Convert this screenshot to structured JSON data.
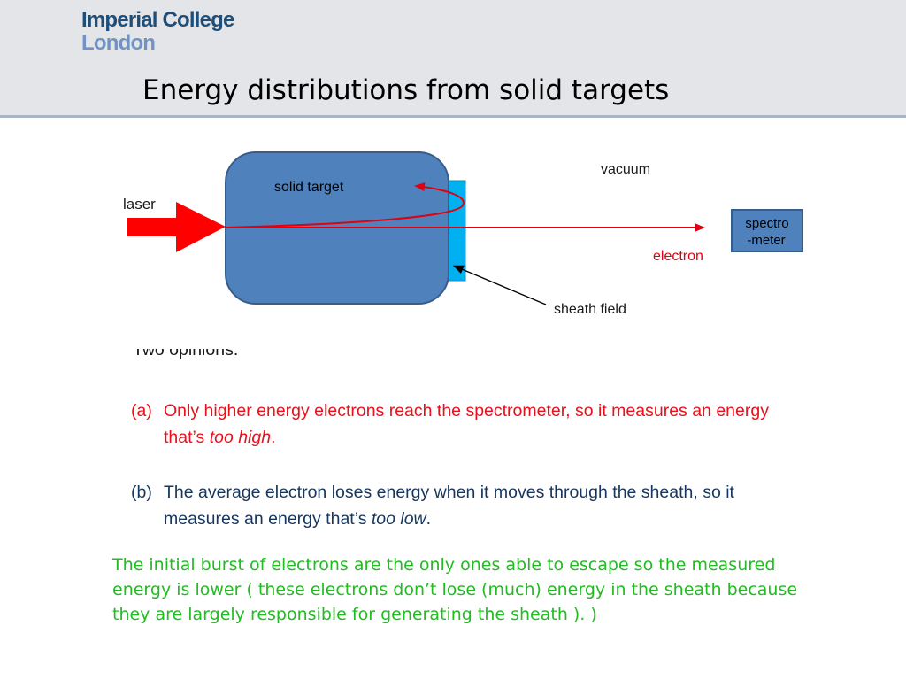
{
  "header": {
    "logo_line1": "Imperial College",
    "logo_line2": "London",
    "title": "Energy distributions from solid targets"
  },
  "diagram": {
    "labels": {
      "laser": "laser",
      "solid_target": "solid target",
      "vacuum": "vacuum",
      "spectrometer_line1": "spectro",
      "spectrometer_line2": "-meter",
      "electron": "electron",
      "sheath_field": "sheath field"
    },
    "colors": {
      "target_fill": "#4f81bd",
      "target_stroke": "#385d8a",
      "sheath_fill": "#00b0f0",
      "laser_arrow": "#ff0000",
      "electron_path": "#e0000f",
      "spectrometer_fill": "#4f81bd"
    }
  },
  "opinions": {
    "heading": "Two opinions:",
    "a": {
      "marker": "(a)",
      "text_main": "Only higher energy electrons reach the spectrometer, so it measures an energy that’s ",
      "text_emph": "too high",
      "text_end": "."
    },
    "b": {
      "marker": "(b)",
      "text_main": "The average electron loses energy when it moves through the sheath, so it measures an energy that’s ",
      "text_emph": "too low",
      "text_end": "."
    }
  },
  "note": {
    "text": "The initial burst of electrons are the only ones able to escape so the measured energy is lower ( these electrons don’t lose (much) energy in the sheath because they are largely responsible for generating the sheath ). )"
  }
}
